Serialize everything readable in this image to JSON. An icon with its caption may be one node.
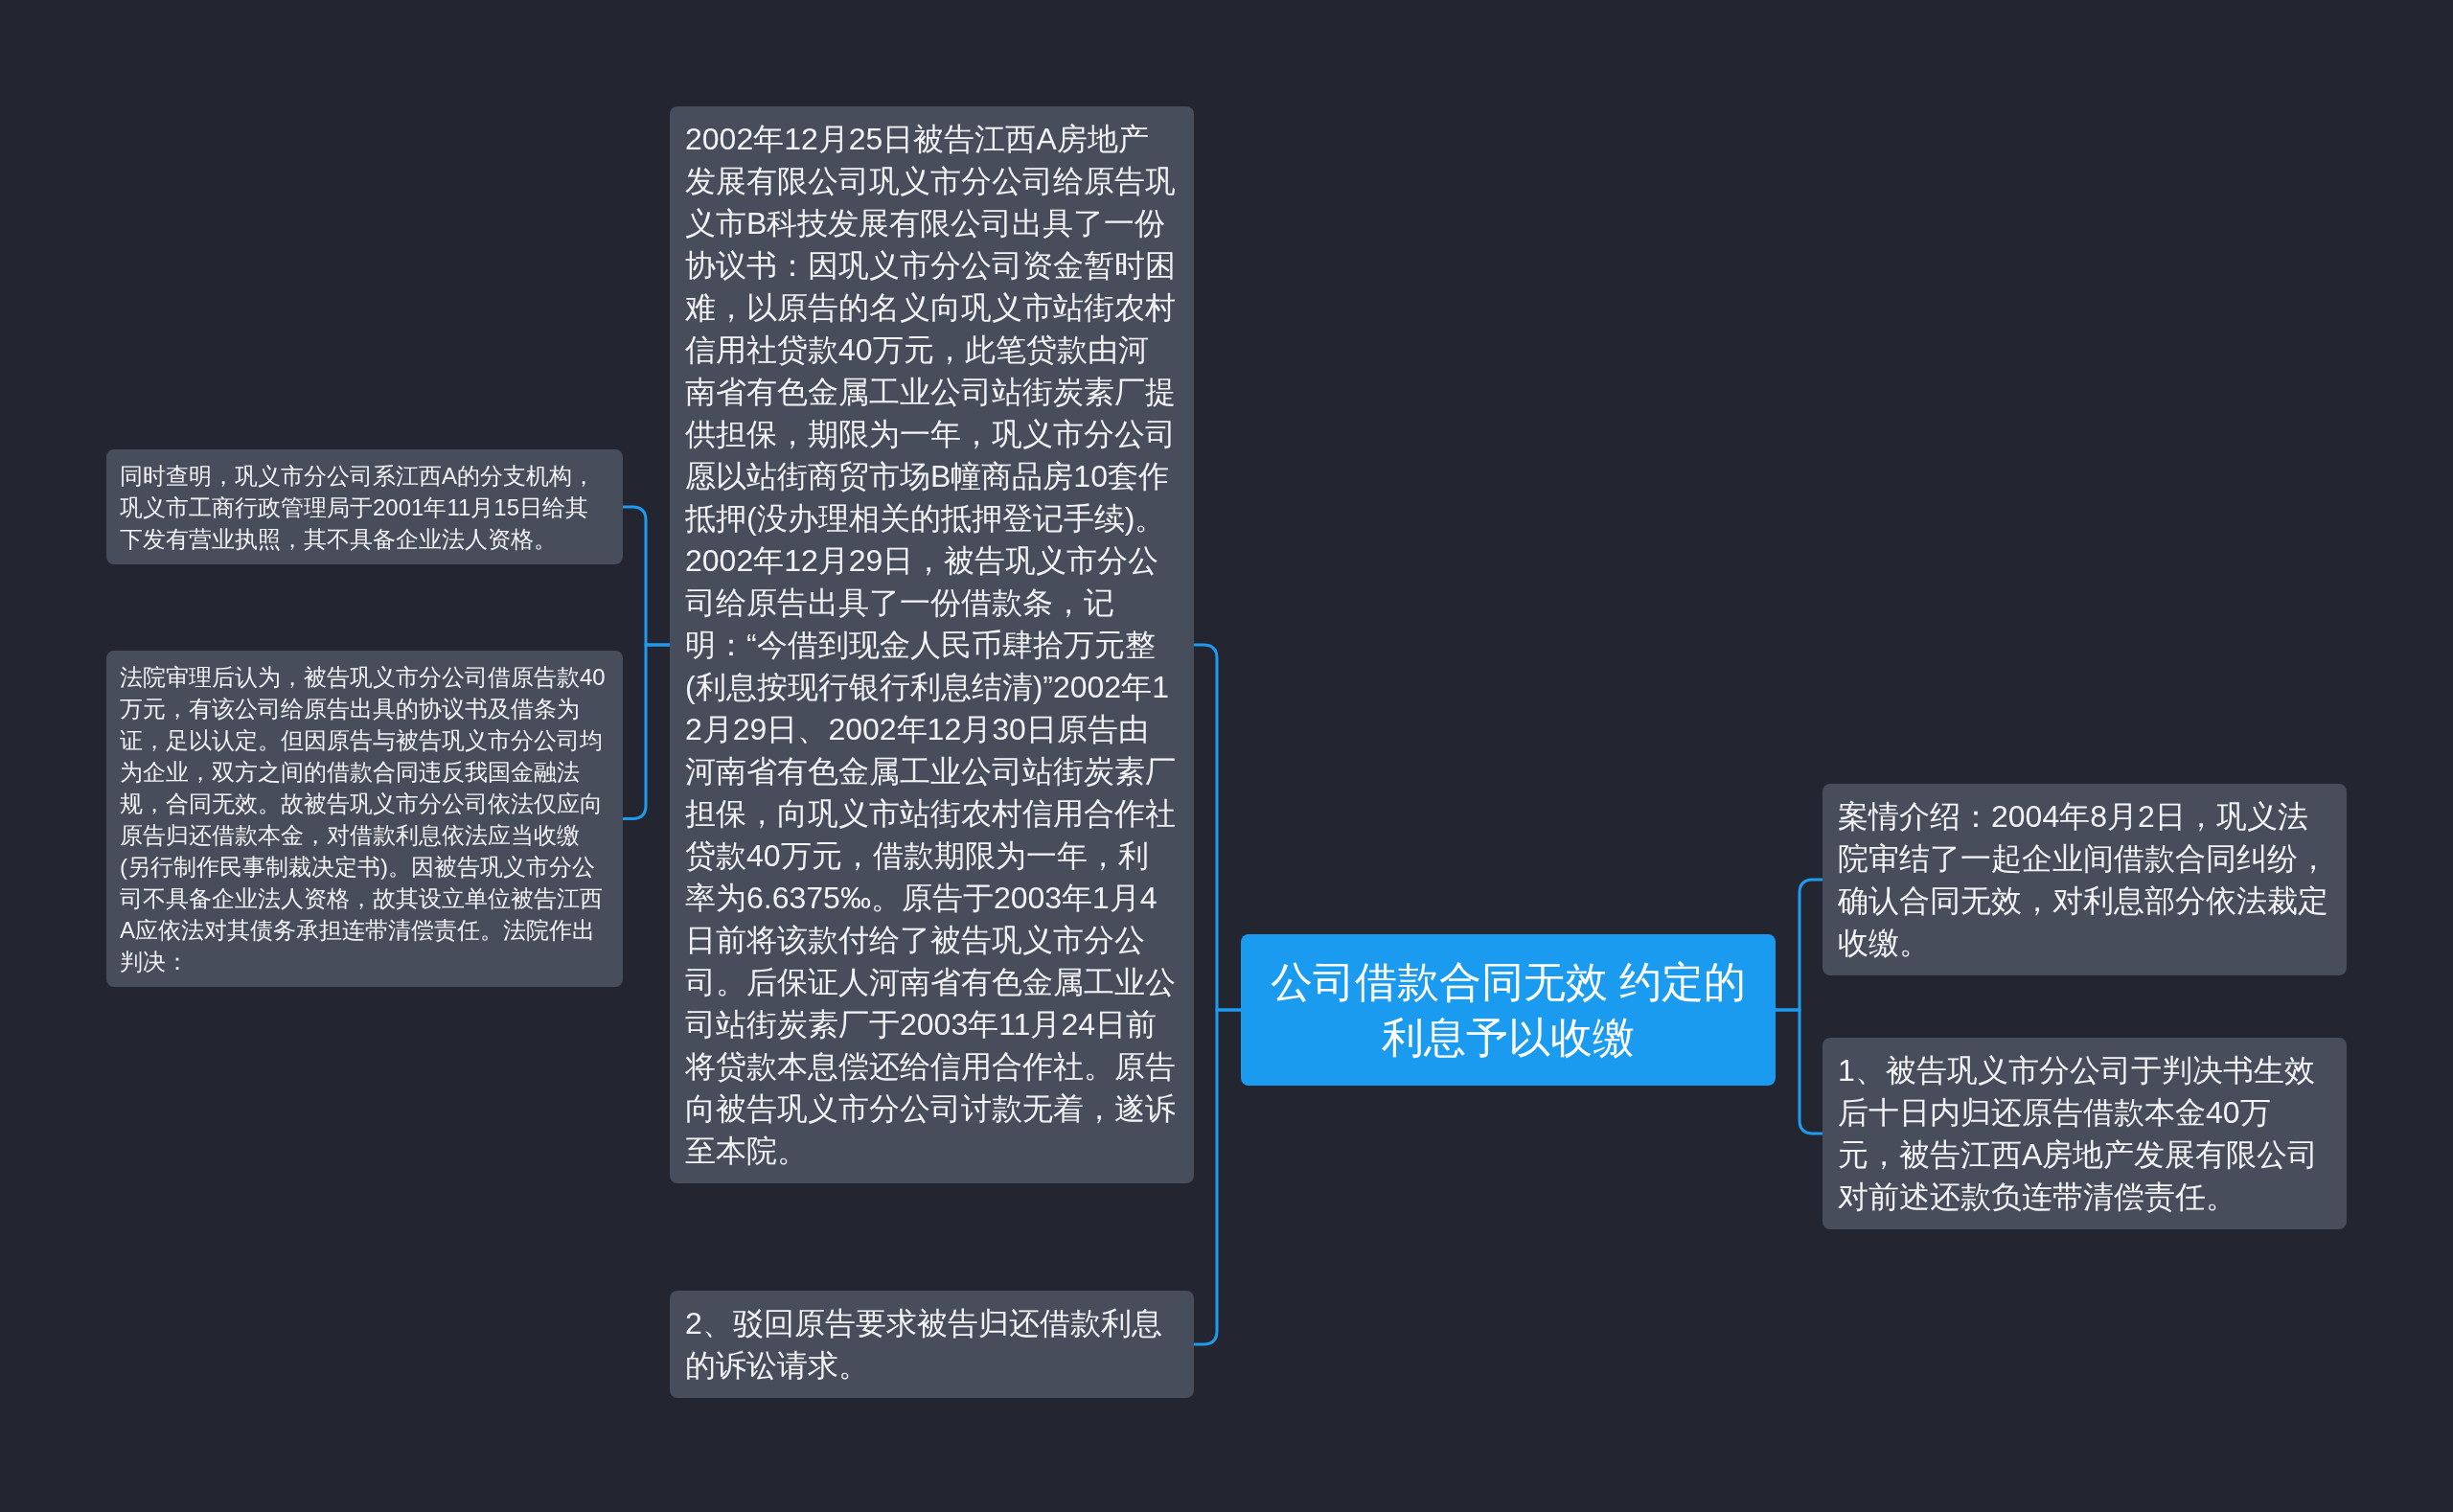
{
  "diagram": {
    "nodes": [
      {
        "text": [
          "公司借款合同无效 约定的利息予以收缴"
        ]
      },
      {
        "text": [
          "案情介绍：2004年8月2日，巩义法院审结了一起企业间借款合同纠纷，确认合同无效，对利息部分依法裁定收缴。"
        ]
      },
      {
        "text": [
          "1、被告巩义市分公司于判决书生效后十日内归还原告借款本金40万元，被告江西A房地产发展有限公司对前述还款负连带清偿责任。"
        ]
      },
      {
        "text": [
          "2002年12月25日被告江西A房地产发展有限公司巩义市分公司给原告巩义市B科技发展有限公司出具了一份协议书：因巩义市分公司资金暂时困难，以原告的名义向巩义市站街农村信用社贷款40万元，此笔贷款由河南省有色金属工业公司站街炭素厂提供担保，期限为一年，巩义市分公司愿以站街商贸市场B幢商品房10套作抵押(没办理相关的抵押登记手续)。2002年12月29日，被告巩义市分公司给原告出具了一份借款条，记明：“今借到现金人民币肆拾万元整(利息按现行银行利息结清)”2002年12月29日、2002年12月30日原告由河南省有色金属工业公司站街炭素厂担保，向巩义市站街农村信用合作社贷款40万元，借款期限为一年，利率为6.6375‰。原告于2003年1月4日前将该款付给了被告巩义市分公司。后保证人河南省有色金属工业公司站街炭素厂于2003年11月24日前将贷款本息偿还给信用合作社。原告向被告巩义市分公司讨款无着，遂诉至本院。"
        ]
      },
      {
        "text": [
          "2、驳回原告要求被告归还借款利息的诉讼请求。"
        ]
      },
      {
        "text": [
          "同时查明，巩义市分公司系江西A的分支机构，巩义市工商行政管理局于2001年11月15日给其下发有营业执照，其不具备企业法人资格。"
        ]
      },
      {
        "text": [
          "法院审理后认为，被告巩义市分公司借原告款40万元，有该公司给原告出具的协议书及借条为证，足以认定。但因原告与被告巩义市分公司均为企业，双方之间的借款合同违反我国金融法规，合同无效。故被告巩义市分公司依法仅应向原告归还借款本金，对借款利息依法应当收缴(另行制作民事制裁决定书)。因被告巩义市分公司不具备企业法人资格，故其设立单位被告江西A应依法对其债务承担连带清偿责任。法院作出判决："
        ]
      }
    ],
    "edges": [
      {
        "from": 0,
        "to": 1,
        "arrow": "none"
      },
      {
        "from": 0,
        "to": 2,
        "arrow": "none"
      },
      {
        "from": 0,
        "to": 3,
        "arrow": "none"
      },
      {
        "from": 0,
        "to": 4,
        "arrow": "none"
      },
      {
        "from": 3,
        "to": 5,
        "arrow": "none"
      },
      {
        "from": 3,
        "to": 6,
        "arrow": "none"
      }
    ]
  }
}
